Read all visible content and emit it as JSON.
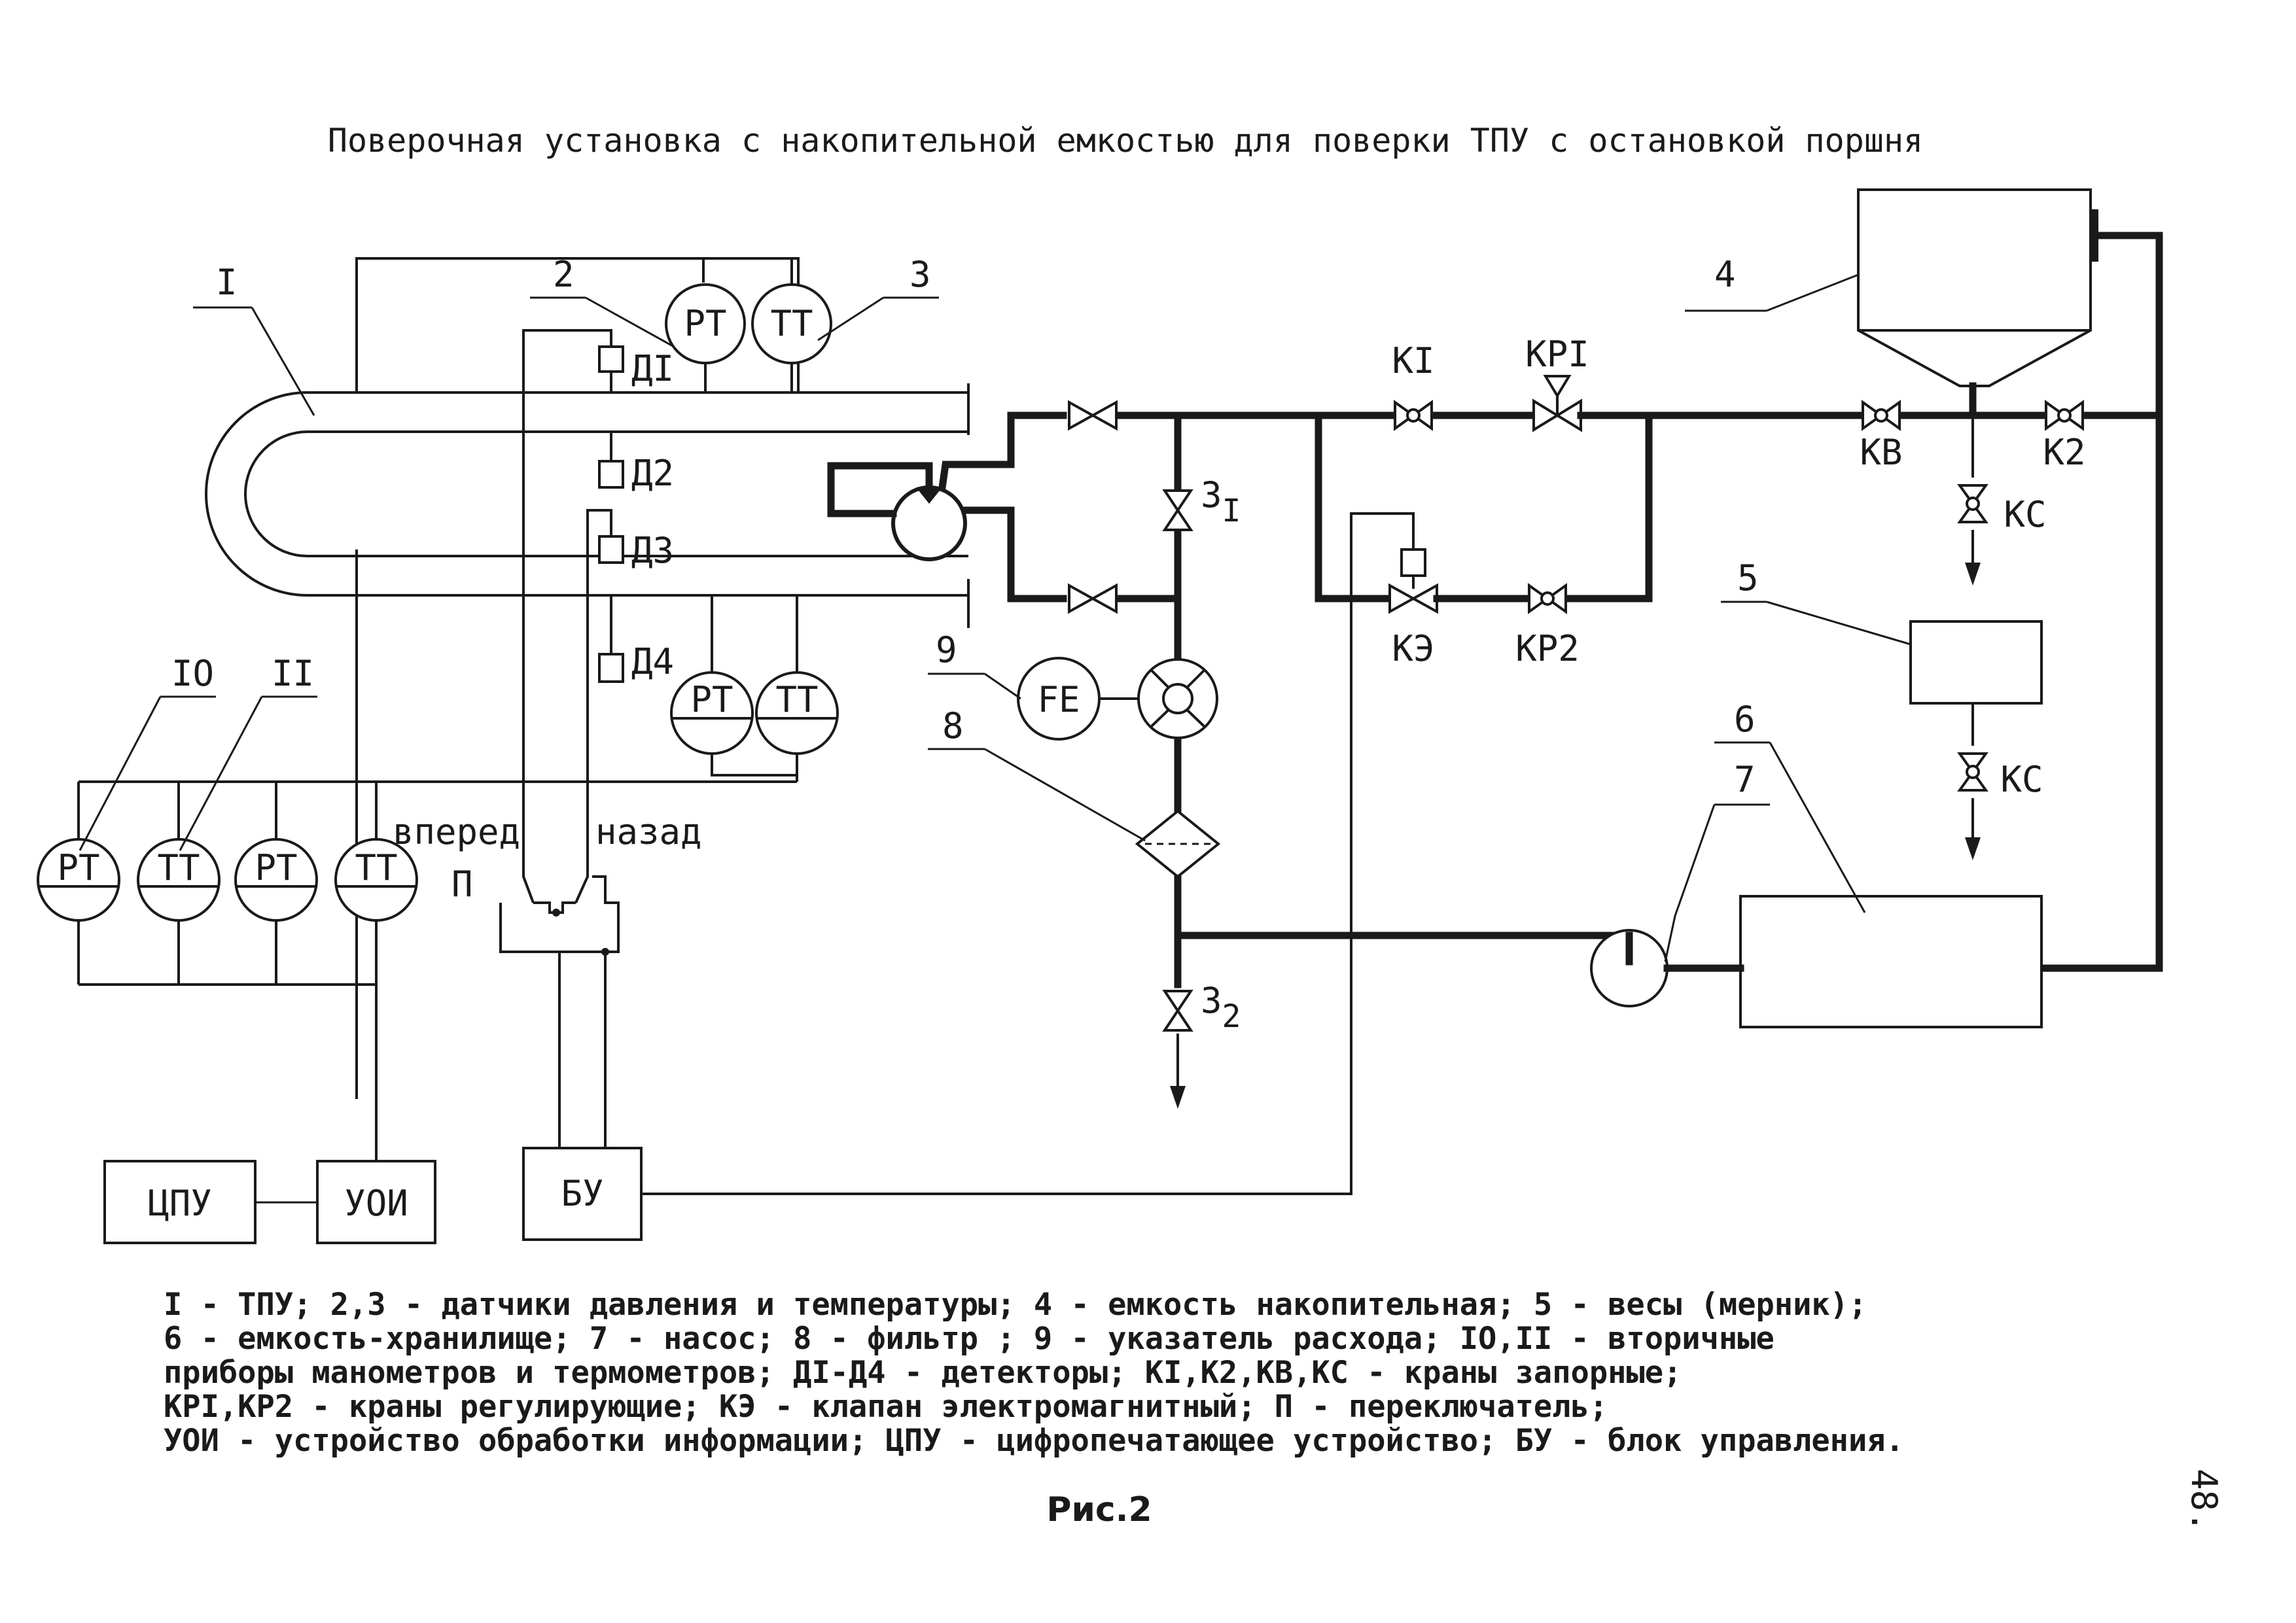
{
  "title": "Поверочная установка с накопительной емкостью для поверки ТПУ с остановкой поршня",
  "items": {
    "i1": "I",
    "i2": "2",
    "i3": "3",
    "i4": "4",
    "i5": "5",
    "i6": "6",
    "i7": "7",
    "i8": "8",
    "i9": "9",
    "i10": "IO",
    "i11": "II"
  },
  "instruments": {
    "pt": "PT",
    "tt": "TT",
    "fe": "FE"
  },
  "detectors": {
    "d1": "ДI",
    "d2": "Д2",
    "d3": "Д3",
    "d4": "Д4"
  },
  "valves": {
    "k1": "KI",
    "kr1": "KPI",
    "kv": "KB",
    "k2": "K2",
    "ks1": "KC",
    "ks2": "KC",
    "ke": "KЭ",
    "kr2": "KP2",
    "z1_base": "3",
    "z1_sub": "I",
    "z2_base": "3",
    "z2_sub": "2"
  },
  "switch": {
    "forward": "вперед",
    "back": "назад",
    "symbol": "П"
  },
  "units": {
    "cpu": "ЦПУ",
    "uoi": "УОИ",
    "bu": "БУ"
  },
  "legend": [
    "I - ТПУ; 2,3 - датчики давления и температуры; 4 - емкость накопительная; 5 - весы (мерник);",
    "6 - емкость-хранилище; 7 - насос; 8 - фильтр ; 9 - указатель расхода; IO,II - вторичные",
    "приборы манометров и термометров; ДI-Д4 - детекторы; KI,K2,KB,KC - краны запорные;",
    "KPI,KP2 - краны регулирующие; KЭ - клапан электромагнитный; П - переключатель;",
    "УОИ - устройство обработки информации; ЦПУ - цифропечатающее устройство; БУ - блок управления."
  ],
  "caption": "Рис.2",
  "page_number": "48."
}
